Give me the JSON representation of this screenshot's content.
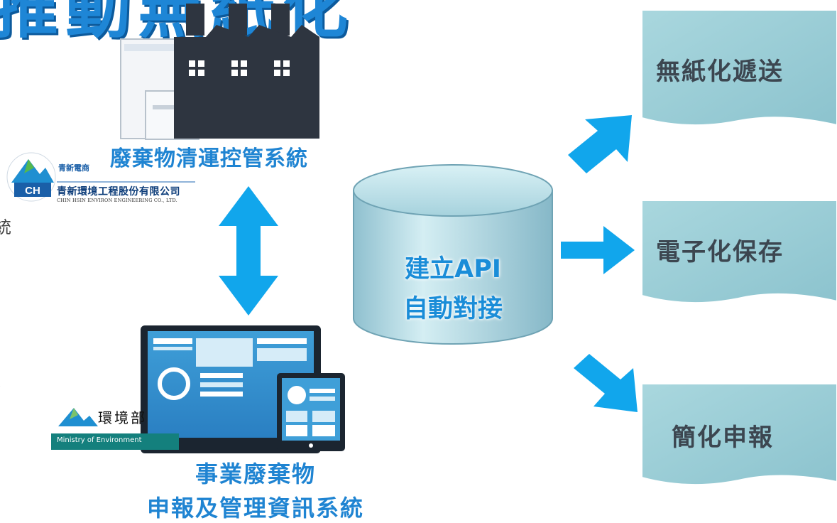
{
  "header": {
    "title_cropped": "推動無紙化"
  },
  "top_system": {
    "name": "廢棄物清運控管系統",
    "company_tag": "青新電商",
    "company_name": "青新環境工程股份有限公司",
    "company_en": "CHIN HSIN ENVIRON ENGINEERING CO., LTD.",
    "logo_initials": "CH"
  },
  "bottom_system": {
    "line1": "事業廢棄物",
    "line2": "申報及管理資訊系統",
    "agency_zh": "環境部",
    "agency_en": "Ministry of Environment"
  },
  "center": {
    "line1": "建立API",
    "line2": "自動對接"
  },
  "outputs": [
    {
      "label": "無紙化遞送"
    },
    {
      "label": "電子化保存"
    },
    {
      "label": "簡化申報"
    }
  ],
  "left_edge": {
    "glyph1": "統",
    "glyph2": "、"
  },
  "colors": {
    "title_blue": "#1e86d6",
    "label_blue": "#1f84d2",
    "arrow_blue": "#11a6ec",
    "doc_fill": "#9ecfd8",
    "cylinder_fill": "#b9dde6",
    "moe_green": "#14807d"
  }
}
